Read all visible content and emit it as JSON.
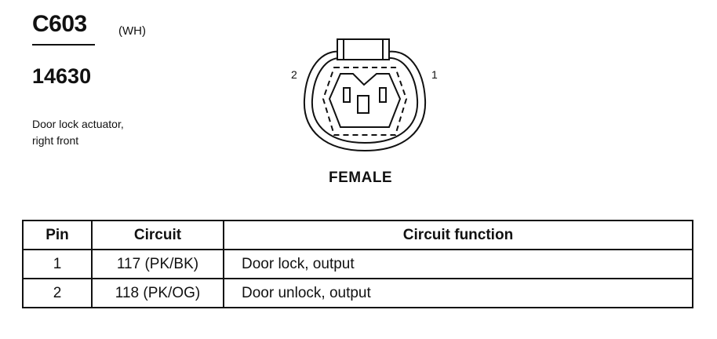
{
  "connector": {
    "id": "C603",
    "color_code": "(WH)",
    "part_number": "14630",
    "description_line1": "Door lock actuator,",
    "description_line2": "right front",
    "gender": "FEMALE",
    "pin_label_left": "2",
    "pin_label_right": "1"
  },
  "table": {
    "headers": {
      "pin": "Pin",
      "circuit": "Circuit",
      "function": "Circuit function"
    },
    "rows": [
      {
        "pin": "1",
        "circuit": "117 (PK/BK)",
        "function": "Door lock, output"
      },
      {
        "pin": "2",
        "circuit": "118 (PK/OG)",
        "function": "Door unlock, output"
      }
    ]
  },
  "colors": {
    "ink": "#111111",
    "background": "#ffffff"
  }
}
